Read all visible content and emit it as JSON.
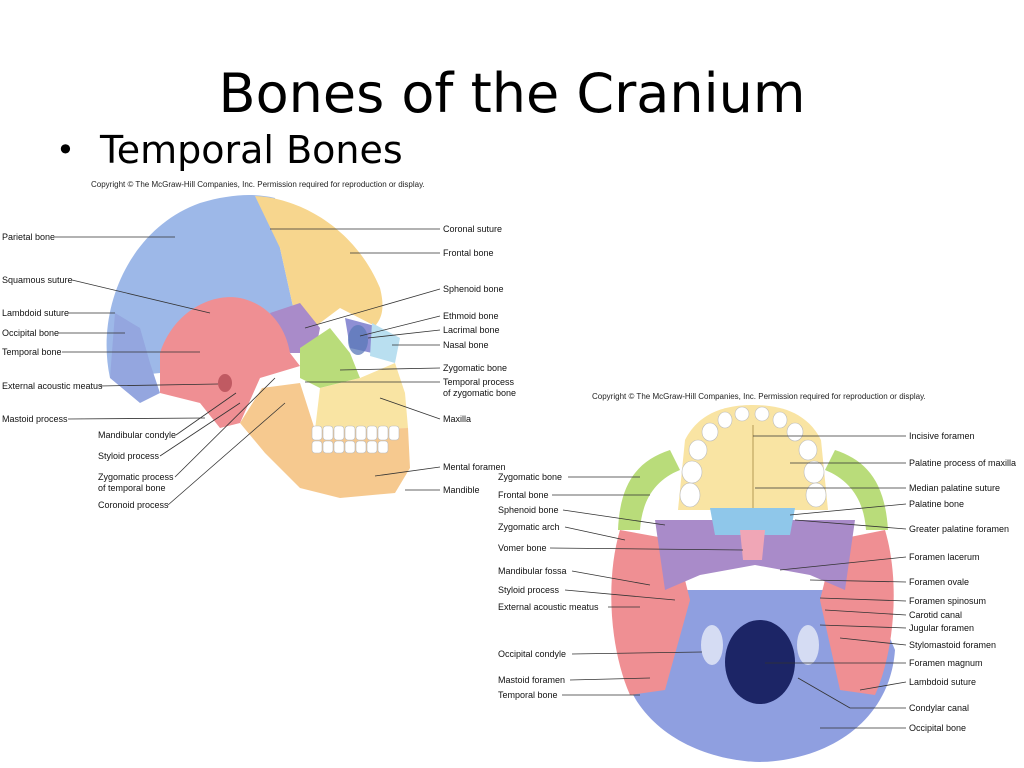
{
  "slide": {
    "title": "Bones of the Cranium",
    "bullet": "Temporal Bones"
  },
  "lateral_figure": {
    "copyright": "Copyright © The McGraw-Hill Companies, Inc. Permission required for reproduction or display.",
    "labels_left": [
      "Parietal bone",
      "Squamous suture",
      "Lambdoid suture",
      "Occipital bone",
      "Temporal bone",
      "External acoustic meatus",
      "Mastoid process"
    ],
    "labels_bottom": [
      "Mandibular condyle",
      "Styloid process",
      "Zygomatic process",
      "of temporal bone",
      "Coronoid process"
    ],
    "labels_right": [
      "Coronal suture",
      "Frontal bone",
      "Sphenoid bone",
      "Ethmoid bone",
      "Lacrimal bone",
      "Nasal bone",
      "Zygomatic bone",
      "Temporal process",
      "of zygomatic bone",
      "Maxilla",
      "Mental foramen",
      "Mandible"
    ]
  },
  "inferior_figure": {
    "copyright": "Copyright © The McGraw-Hill Companies, Inc. Permission required for reproduction or display.",
    "labels_left": [
      "Zygomatic bone",
      "Frontal bone",
      "Sphenoid bone",
      "Zygomatic arch",
      "Vomer bone",
      "Mandibular fossa",
      "Styloid process",
      "External acoustic meatus",
      "Occipital condyle",
      "Mastoid foramen",
      "Temporal bone"
    ],
    "labels_right": [
      "Incisive foramen",
      "Palatine process of maxilla",
      "Median palatine suture",
      "Palatine bone",
      "Greater palatine foramen",
      "Foramen lacerum",
      "Foramen ovale",
      "Foramen spinosum",
      "Carotid canal",
      "Jugular foramen",
      "Stylomastoid foramen",
      "Foramen magnum",
      "Lambdoid suture",
      "Condylar canal",
      "Occipital bone"
    ]
  },
  "colors": {
    "parietal": "#9db8e8",
    "frontal": "#f7d68e",
    "temporal": "#ef8f93",
    "sphenoid": "#a98bc9",
    "zygomatic": "#b9dc7a",
    "maxilla": "#f9e4a3",
    "mandible": "#f6c98f",
    "nasal": "#b9dff0",
    "vomer": "#8fc7ea",
    "occipital_inferior": "#8f9fe0"
  }
}
